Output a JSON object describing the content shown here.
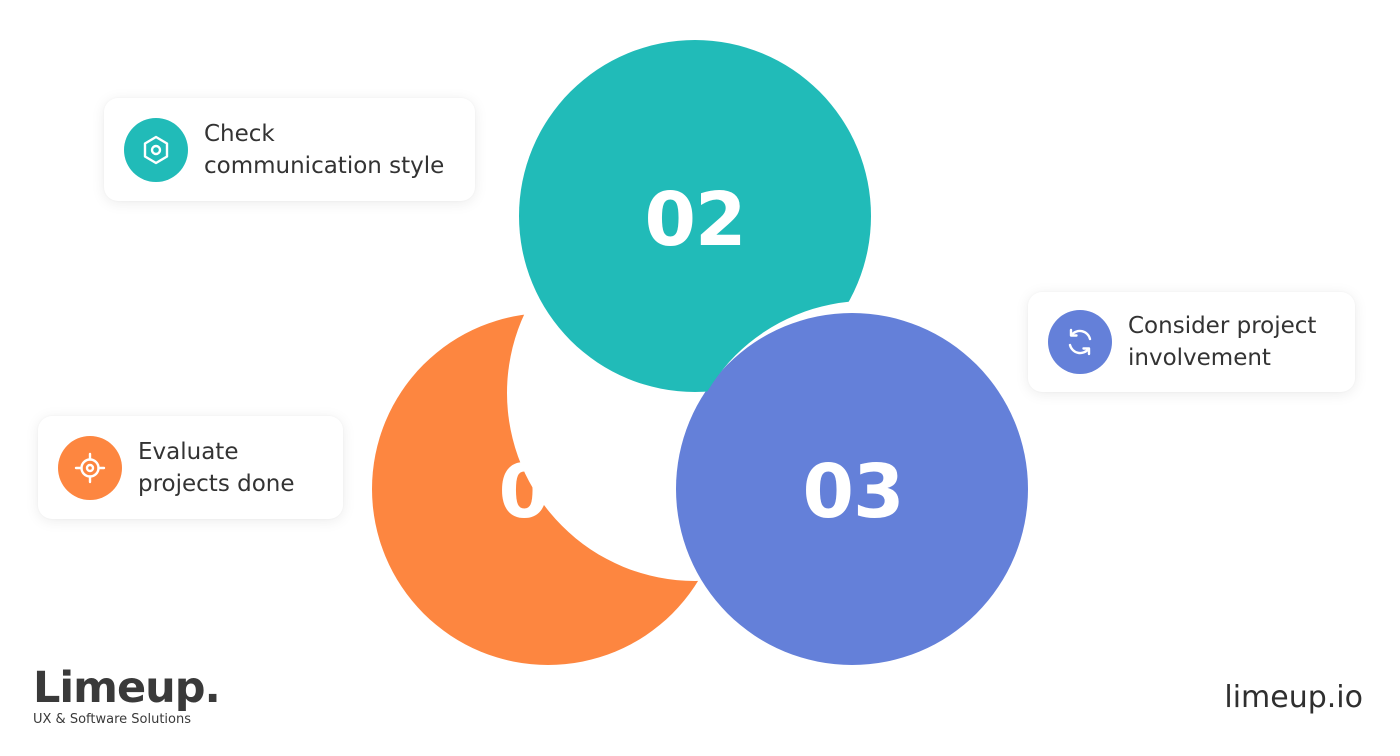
{
  "colors": {
    "step1": "#FD8640",
    "step2": "#21BBB8",
    "step3": "#6480D9"
  },
  "steps": [
    {
      "number": "01",
      "label_line1": "Evaluate",
      "label_line2": "projects done",
      "icon": "target-icon"
    },
    {
      "number": "02",
      "label_line1": "Check",
      "label_line2": "communication style",
      "icon": "hexagon-nut-icon"
    },
    {
      "number": "03",
      "label_line1": "Consider project",
      "label_line2": "involvement",
      "icon": "refresh-icon"
    }
  ],
  "brand": {
    "logo_text": "Limeup.",
    "tagline": "UX & Software Solutions",
    "url": "limeup.io"
  }
}
